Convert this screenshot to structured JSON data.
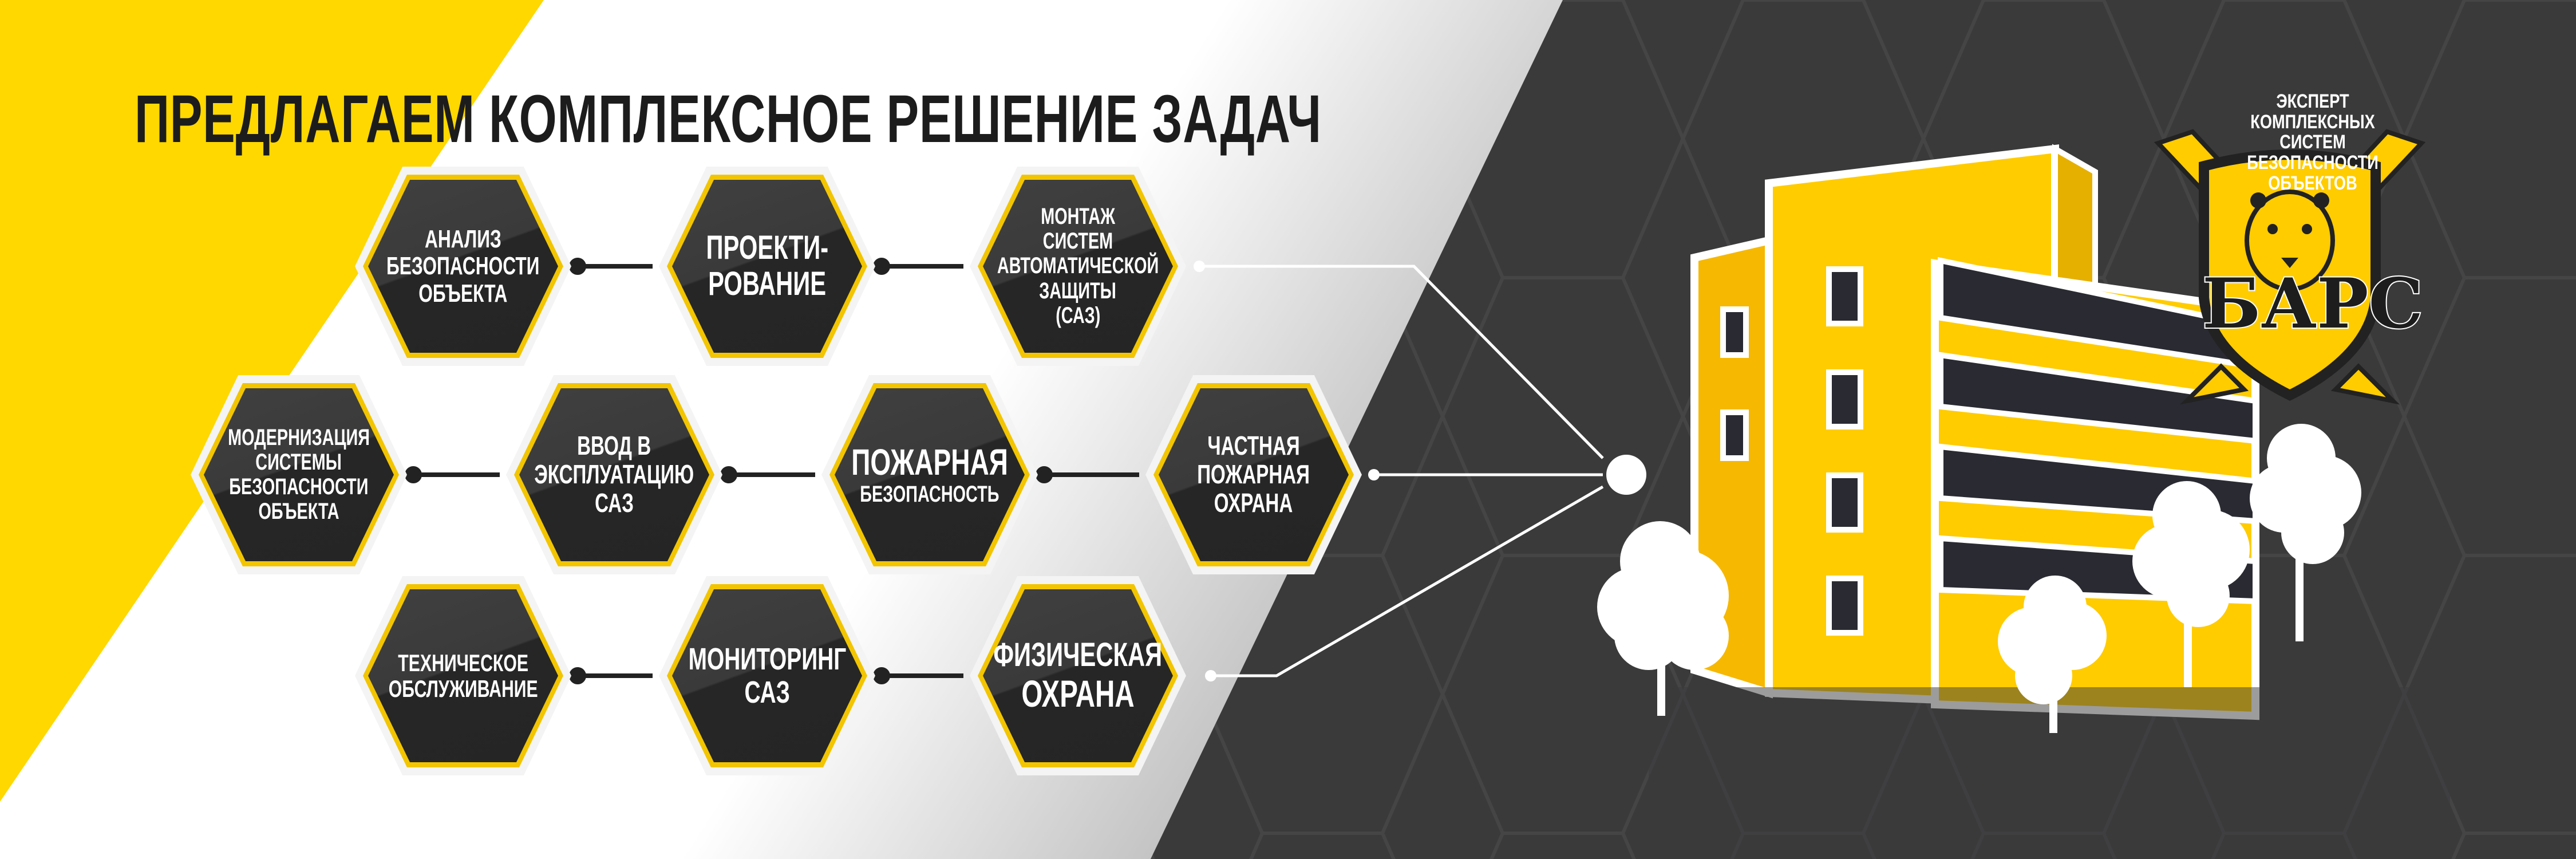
{
  "title": "ПРЕДЛАГАЕМ КОМПЛЕКСНОЕ РЕШЕНИЕ ЗАДАЧ",
  "colors": {
    "yellow": "#ffd800",
    "dark": "#3a3a3b",
    "gold": "#f2c500",
    "hex": "#2a2a2a"
  },
  "services": [
    {
      "id": "analysis",
      "lines": [
        "АНАЛИЗ",
        "БЕЗОПАСНОСТИ",
        "ОБЪЕКТА"
      ]
    },
    {
      "id": "design",
      "lines": [
        "ПРОЕКТИ-",
        "РОВАНИЕ"
      ]
    },
    {
      "id": "installation",
      "lines": [
        "МОНТАЖ",
        "СИСТЕМ",
        "АВТОМАТИЧЕСКОЙ",
        "ЗАЩИТЫ",
        "(САЗ)"
      ]
    },
    {
      "id": "modernization",
      "lines": [
        "МОДЕРНИЗАЦИЯ",
        "СИСТЕМЫ",
        "БЕЗОПАСНОСТИ",
        "ОБЪЕКТА"
      ]
    },
    {
      "id": "commissioning",
      "lines": [
        "ВВОД В",
        "ЭКСПЛУАТАЦИЮ",
        "САЗ"
      ]
    },
    {
      "id": "fire-safety",
      "lines": [
        "ПОЖАРНАЯ",
        "БЕЗОПАСНОСТЬ"
      ]
    },
    {
      "id": "private-fire-guard",
      "lines": [
        "ЧАСТНАЯ",
        "ПОЖАРНАЯ",
        "ОХРАНА"
      ]
    },
    {
      "id": "maintenance",
      "lines": [
        "ТЕХНИЧЕСКОЕ",
        "ОБСЛУЖИВАНИЕ"
      ]
    },
    {
      "id": "monitoring",
      "lines": [
        "МОНИТОРИНГ",
        "САЗ"
      ]
    },
    {
      "id": "physical-guard",
      "lines": [
        "ФИЗИЧЕСКАЯ",
        "ОХРАНА"
      ]
    }
  ],
  "logo": {
    "caption": [
      "ЭКСПЕРТ КОМПЛЕКСНЫХ",
      "СИСТЕМ БЕЗОПАСНОСТИ",
      "ОБЪЕКТОВ"
    ],
    "name": "БАРС"
  }
}
